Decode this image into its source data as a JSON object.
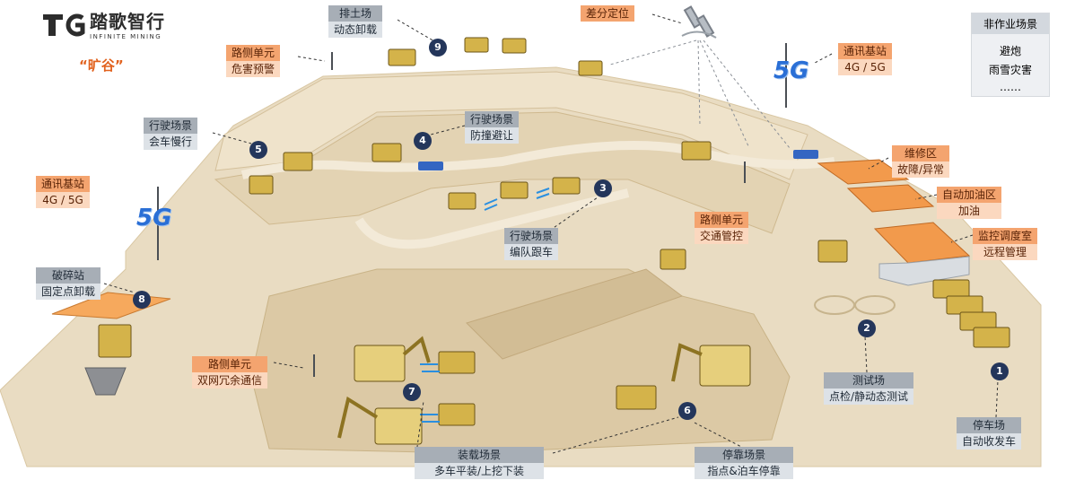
{
  "brand": {
    "name": "踏歌智行",
    "subtitle": "INFINITE MINING",
    "tag": "“旷谷”"
  },
  "colors": {
    "navy_badge": "#24365b",
    "orange_label": "#f4a46f",
    "grey_label": "#a7aeb6",
    "ground": "#e6d8bd"
  },
  "nonwork": {
    "title": "非作业场景",
    "items": [
      "避炮",
      "雨雪灾害",
      "……"
    ]
  },
  "badge_5g": "5G",
  "labels": {
    "paitu": {
      "title": "排土场",
      "sub": "动态卸载"
    },
    "chafen": {
      "title": "差分定位"
    },
    "lucewj": {
      "title": "路侧单元",
      "sub": "危害预警"
    },
    "tongxun_right": {
      "title": "通讯基站",
      "sub": "4G / 5G"
    },
    "huiche": {
      "title": "行驶场景",
      "sub": "会车慢行"
    },
    "fangzhuang": {
      "title": "行驶场景",
      "sub": "防撞避让"
    },
    "tongxun_left": {
      "title": "通讯基站",
      "sub": "4G / 5G"
    },
    "weixiu": {
      "title": "维修区",
      "sub": "故障/异常"
    },
    "jiayou": {
      "title": "自动加油区",
      "sub": "加油"
    },
    "jiaotong": {
      "title": "路侧单元",
      "sub": "交通管控"
    },
    "biandui": {
      "title": "行驶场景",
      "sub": "编队跟车"
    },
    "jiankong": {
      "title": "监控调度室",
      "sub": "远程管理"
    },
    "posui": {
      "title": "破碎站",
      "sub": "固定点卸载"
    },
    "shuangwang": {
      "title": "路侧单元",
      "sub": "双网冗余通信"
    },
    "ceshi": {
      "title": "测试场",
      "sub": "点检/静动态测试"
    },
    "tingche": {
      "title": "停车场",
      "sub": "自动收发车"
    },
    "zhuangzai": {
      "title": "装载场景",
      "sub": "多车平装/上挖下装"
    },
    "tingkao": {
      "title": "停靠场景",
      "sub": "指点&泊车停靠"
    }
  },
  "markers": [
    "1",
    "2",
    "3",
    "4",
    "5",
    "6",
    "7",
    "8",
    "9"
  ]
}
